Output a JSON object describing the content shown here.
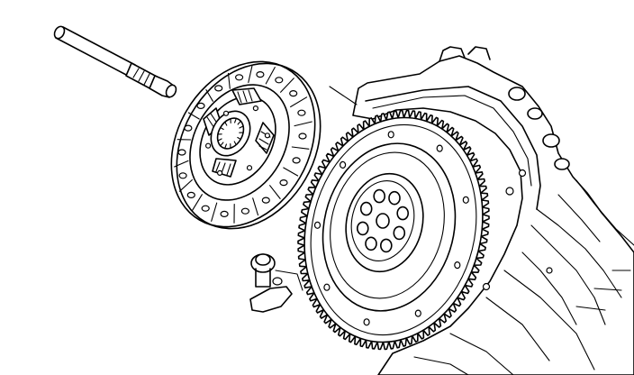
{
  "illustration": {
    "parts": [
      "alignment-tool",
      "clutch-disc",
      "flywheel",
      "engine-block"
    ],
    "line_color": "#000000",
    "background": "#ffffff"
  }
}
